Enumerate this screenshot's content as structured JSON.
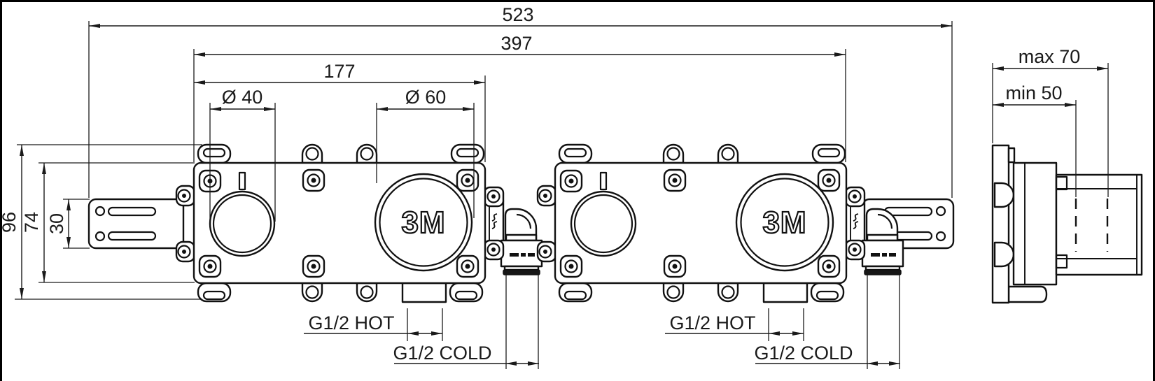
{
  "front": {
    "dim_overall_width": "523",
    "dim_outer_span": "397",
    "dim_body_width": "177",
    "dim_small_opening": "Ø 40",
    "dim_large_opening": "Ø 60",
    "dim_overall_height": "96",
    "dim_body_height": "74",
    "dim_bracket_slot_spacing": "30",
    "label_hot": "G1/2 HOT",
    "label_cold": "G1/2 COLD",
    "logo": "3M"
  },
  "side": {
    "dim_depth_max": "max  70",
    "dim_depth_min": "min  50"
  }
}
